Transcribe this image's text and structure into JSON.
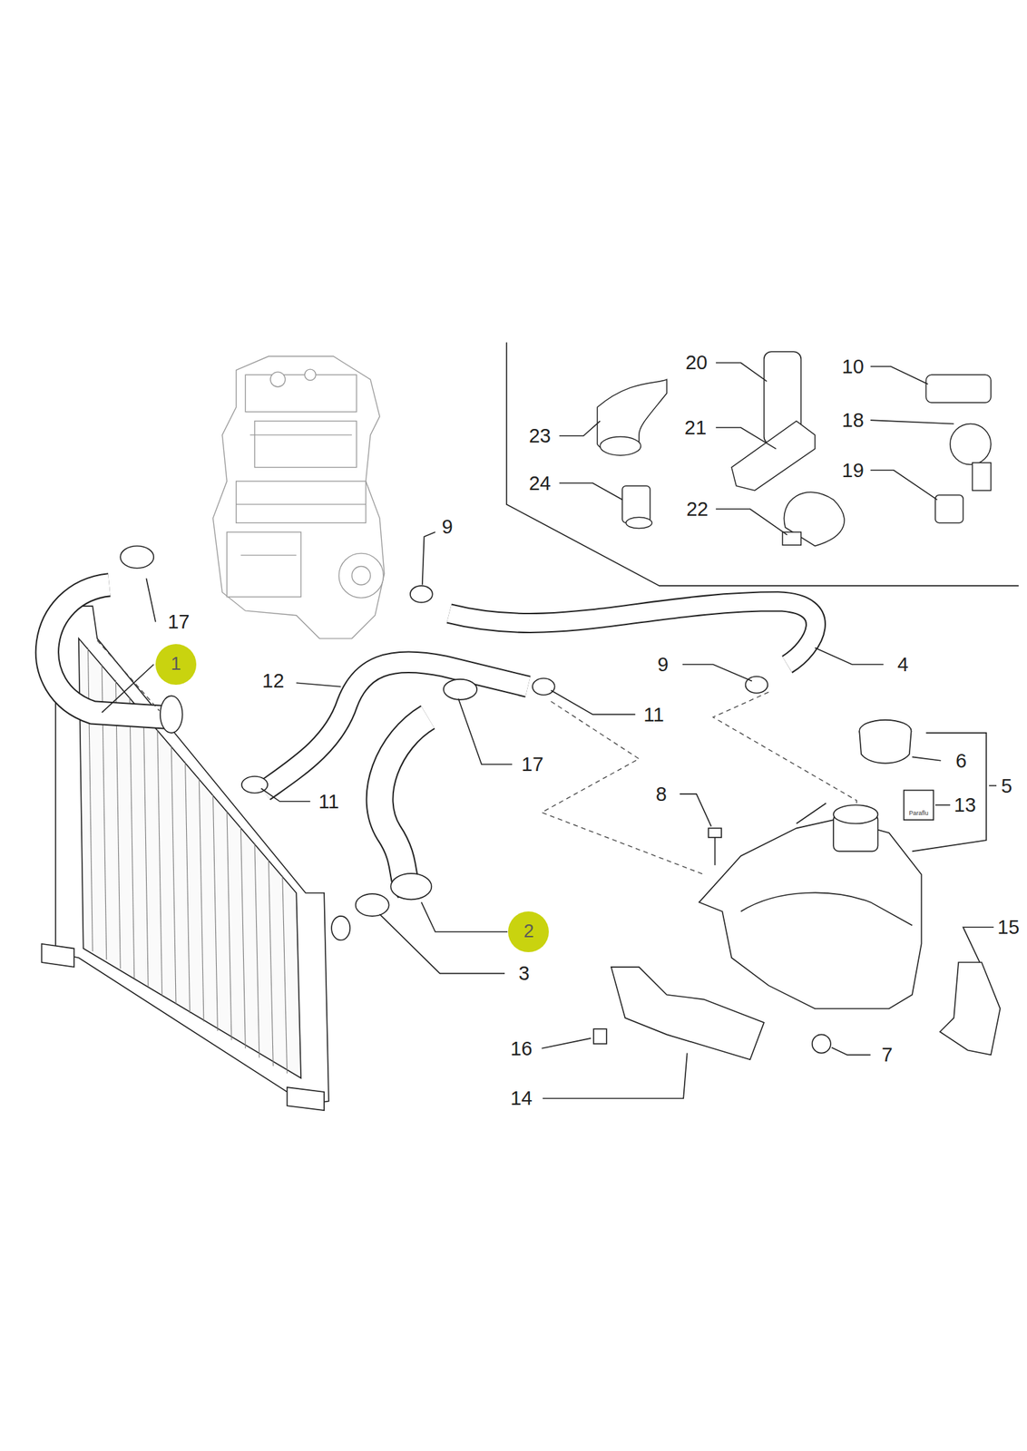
{
  "diagram": {
    "nodes": [
      {
        "text": [
          "1"
        ]
      },
      {
        "text": [
          "2"
        ]
      }
    ],
    "labels": [
      "20",
      "10",
      "23",
      "21",
      "18",
      "19",
      "24",
      "22",
      "9",
      "17",
      "12",
      "4",
      "9",
      "11",
      "17",
      "6",
      "5",
      "11",
      "8",
      "13",
      "Paraflu",
      "3",
      "15",
      "16",
      "7",
      "14"
    ]
  }
}
